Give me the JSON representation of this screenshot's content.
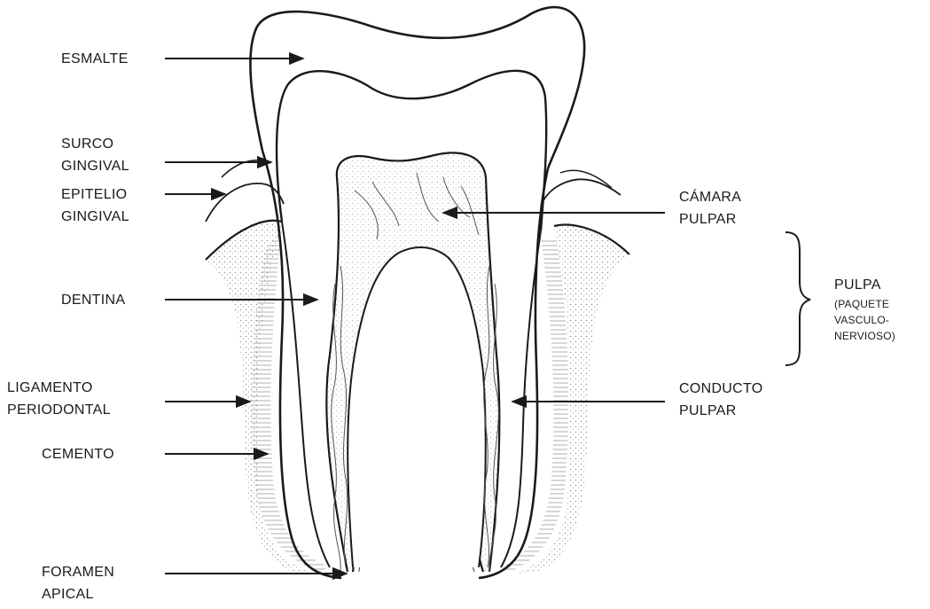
{
  "colors": {
    "ink": "#1a1a1a",
    "stipple": "#8a8a8a",
    "background": "#ffffff"
  },
  "labels": {
    "esmalte": "ESMALTE",
    "surco_1": "SURCO",
    "surco_2": "GINGIVAL",
    "epitelio_1": "EPITELIO",
    "epitelio_2": "GINGIVAL",
    "dentina": "DENTINA",
    "ligamento_1": "LIGAMENTO",
    "ligamento_2": "PERIODONTAL",
    "cemento": "CEMENTO",
    "foramen_1": "FORAMEN",
    "foramen_2": "APICAL",
    "camara_1": "CÁMARA",
    "camara_2": "PULPAR",
    "pulpa": "PULPA",
    "pulpa_sub_1": "(PAQUETE",
    "pulpa_sub_2": "VASCULO-",
    "pulpa_sub_3": "NERVIOSO)",
    "conducto_1": "CONDUCTO",
    "conducto_2": "PULPAR"
  }
}
